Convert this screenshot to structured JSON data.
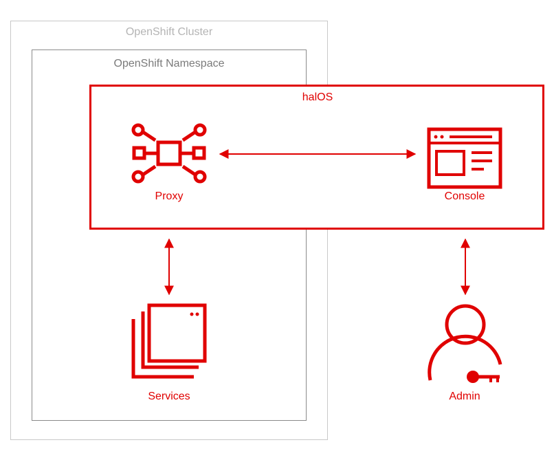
{
  "diagram": {
    "cluster_label": "OpenShift Cluster",
    "namespace_label": "OpenShift Namespace",
    "halos_label": "halOS",
    "nodes": {
      "proxy": {
        "label": "Proxy",
        "icon": "proxy-network-icon"
      },
      "console": {
        "label": "Console",
        "icon": "console-window-icon"
      },
      "services": {
        "label": "Services",
        "icon": "stacked-services-icon"
      },
      "admin": {
        "label": "Admin",
        "icon": "admin-user-key-icon"
      }
    },
    "connections": [
      {
        "from": "Proxy",
        "to": "Console",
        "direction": "both"
      },
      {
        "from": "Proxy",
        "to": "Services",
        "direction": "both"
      },
      {
        "from": "Console",
        "to": "Admin",
        "direction": "both"
      }
    ],
    "colors": {
      "accent": "#e00000",
      "cluster_border": "#c8c8c8",
      "namespace_border": "#8a8a8a"
    }
  }
}
